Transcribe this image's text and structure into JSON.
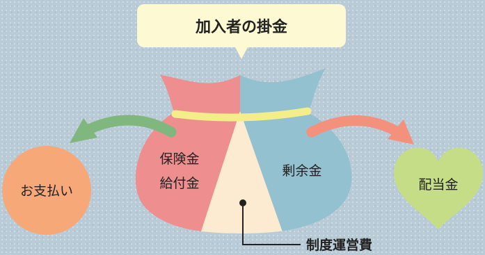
{
  "title": "加入者の掛金",
  "bag_segments": {
    "left_line1": "保険金",
    "left_line2": "給付金",
    "right": "剰余金",
    "middle_callout": "制度運営費"
  },
  "outputs": {
    "left": "お支払い",
    "right": "配当金"
  },
  "colors": {
    "bag_left": "#ee8e8f",
    "bag_right": "#93c1d0",
    "bag_middle": "#fcebd0",
    "band": "#f4ee8a",
    "left_arrow": "#7fb77e",
    "right_arrow": "#f3917c",
    "left_circle": "#f7a879",
    "right_heart": "#c4dd86",
    "title_box": "#fcf9d3"
  }
}
